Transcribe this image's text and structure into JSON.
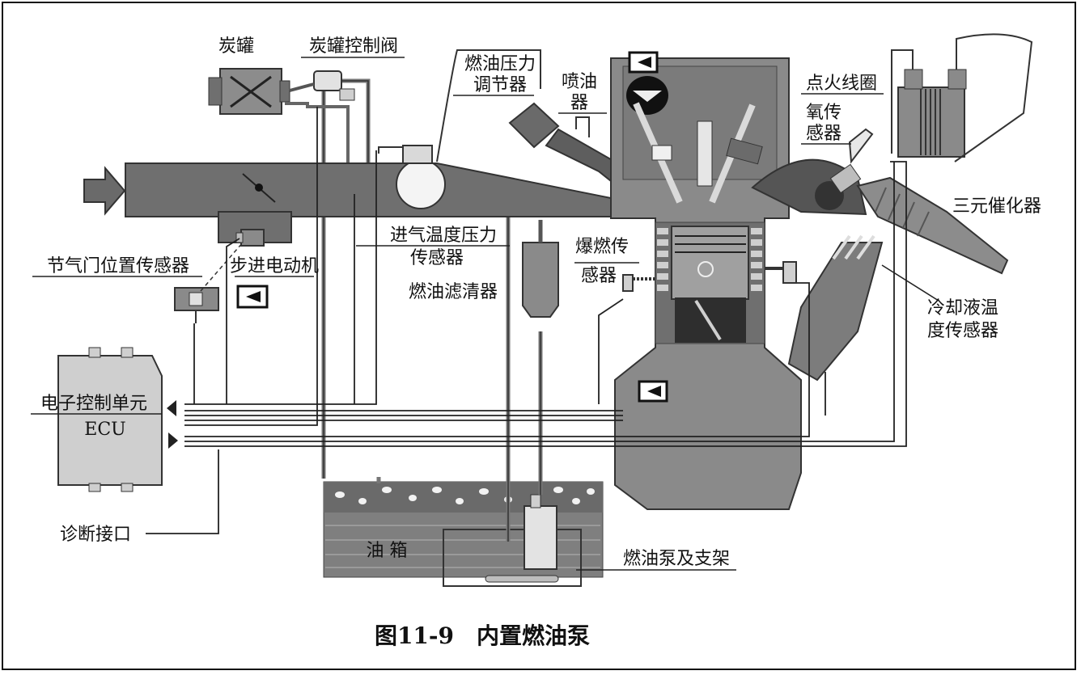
{
  "labels": {
    "canister": "炭罐",
    "canister_valve": "炭罐控制阀",
    "fuel_pressure_regulator_l1": "燃油压力",
    "fuel_pressure_regulator_l2": "调节器",
    "injector_l1": "喷油",
    "injector_l2": "器",
    "ignition_coil": "点火线圈",
    "oxygen_sensor_l1": "氧传",
    "oxygen_sensor_l2": "感器",
    "catalytic_converter": "三元催化器",
    "throttle_position_sensor": "节气门位置传感器",
    "stepper_motor": "步进电动机",
    "intake_temp_pressure_l1": "进气温度压力",
    "intake_temp_pressure_l2": "传感器",
    "fuel_filter": "燃油滤清器",
    "knock_sensor_l1": "爆燃传",
    "knock_sensor_l2": "感器",
    "coolant_temp_sensor_l1": "冷却液温",
    "coolant_temp_sensor_l2": "度传感器",
    "ecu_l1": "电子控制单元",
    "ecu_l2": "ECU",
    "diagnostic_port": "诊断接口",
    "fuel_tank": "油  箱",
    "fuel_pump_bracket": "燃油泵及支架"
  },
  "caption": "图11-9　内置燃油泵",
  "colors": {
    "component": "#8a8a8a",
    "component_dark": "#5e5e5e",
    "ecu_box": "#c9c9c9",
    "line": "#222222"
  }
}
